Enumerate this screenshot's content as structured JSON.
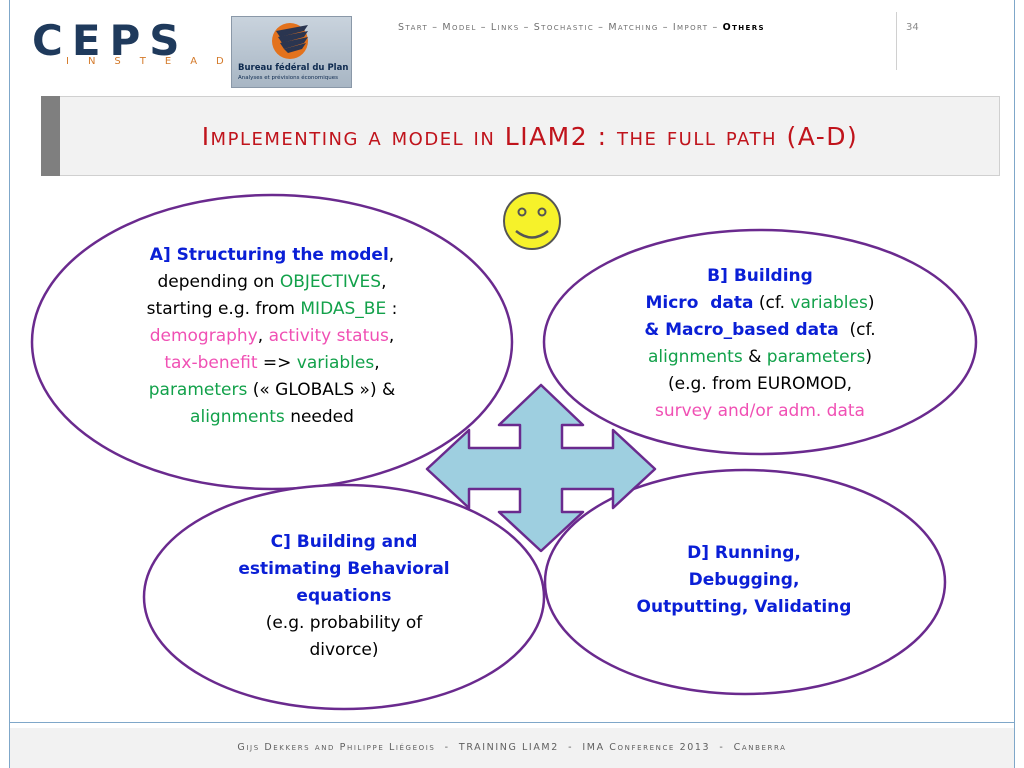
{
  "header": {
    "logo_ceps": "CEPS",
    "logo_instead": "INSTEAD",
    "bfp_title": "Bureau fédéral du Plan",
    "bfp_subtitle": "Analyses et prévisions économiques",
    "nav": {
      "items": [
        "Start",
        "Model",
        "Links",
        "Stochastic",
        "Matching",
        "Import",
        "Others"
      ],
      "separator": "–",
      "active": "Others"
    },
    "page_number": "34"
  },
  "title": {
    "part1": "Implementing a model in ",
    "part2": "LIAM2 : ",
    "part3": "the full path ",
    "part4": "(A-D)"
  },
  "ellipse_a": {
    "heading": "A]  Structuring the model",
    "t1": ",",
    "t2": "depending on ",
    "objectives": "OBJECTIVES",
    "t3": ",",
    "t4": "starting e.g. from ",
    "midas": "MIDAS_BE",
    "t5": " :",
    "demography": "demography",
    "t6": ", ",
    "activity": "activity status",
    "t7": ",",
    "taxbenefit": "tax-benefit",
    "t8": " => ",
    "variables": "variables",
    "t9": ",",
    "parameters": "parameters",
    "t10": " (« GLOBALS ») &",
    "alignments": "alignments",
    "t11": " needed"
  },
  "ellipse_b": {
    "heading1": "B]  Building",
    "heading2": "Micro  data",
    "t1": " (cf. ",
    "variables": "variables",
    "t2": ")",
    "heading3": "& Macro_based data",
    "t3": "  (cf.",
    "alignments": "alignments",
    "t4": " & ",
    "parameters": "parameters",
    "t5": ")",
    "t6": "(e.g. from EUROMOD,",
    "survey": "survey and/or adm. data"
  },
  "ellipse_c": {
    "heading1": "C]  Building and",
    "heading2": "estimating Behavioral",
    "heading3": "equations",
    "t1": "(e.g. probability of",
    "t2": "divorce)"
  },
  "ellipse_d": {
    "heading1": "D]  Running,",
    "heading2": "Debugging,",
    "heading3": "Outputting, Validating"
  },
  "footer": {
    "text": "Gijs Dekkers and Philippe Liégeois  -  TRAINING LIAM2  -  IMA Conference 2013  -  Canberra"
  },
  "colors": {
    "title_red": "#c0141c",
    "ellipse_purple": "#6a2a8e",
    "heading_blue": "#0a1fd6",
    "keyword_green": "#12a14a",
    "keyword_pink": "#f050b4",
    "arrow_fill": "#9ecfe0",
    "smiley_yellow": "#f6f22a",
    "ceps_navy": "#1f3a5c",
    "instead_orange": "#d47a2a"
  },
  "icons": [
    "smiley-face-icon",
    "four-way-arrow-icon",
    "bureau-logo-icon"
  ]
}
